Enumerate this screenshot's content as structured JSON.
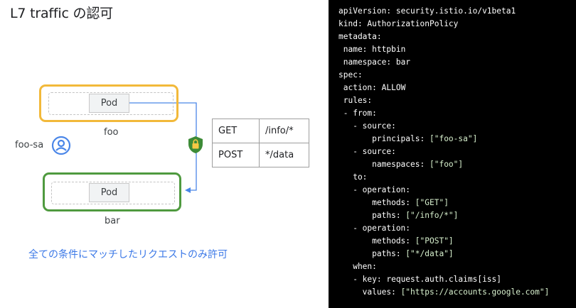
{
  "title": "L7 traffic の認可",
  "diagram": {
    "foo_namespace": {
      "label": "foo",
      "pod_label": "Pod"
    },
    "bar_namespace": {
      "label": "bar",
      "pod_label": "Pod"
    },
    "service_account": {
      "label": "foo-sa",
      "icon": "user-circle-icon"
    },
    "lock_icon": "shield-lock-icon",
    "colors": {
      "foo_border": "#f2b93a",
      "bar_border": "#4f9a3f",
      "flow_line": "#4a86e8",
      "caption": "#3b78e7"
    },
    "rules_table": [
      {
        "method": "GET",
        "path": "/info/*"
      },
      {
        "method": "POST",
        "path": "*/data"
      }
    ]
  },
  "caption": "全ての条件にマッチしたリクエストのみ許可",
  "code_lines": [
    "apiVersion: security.istio.io/v1beta1",
    "kind: AuthorizationPolicy",
    "metadata:",
    " name: httpbin",
    " namespace: bar",
    "spec:",
    " action: ALLOW",
    " rules:",
    " - from:",
    "   - source:",
    "       principals: [\"foo-sa\"]",
    "   - source:",
    "       namespaces: [\"foo\"]",
    "   to:",
    "   - operation:",
    "       methods: [\"GET\"]",
    "       paths: [\"/info/*\"]",
    "   - operation:",
    "       methods: [\"POST\"]",
    "       paths: [\"*/data\"]",
    "   when:",
    "   - key: request.auth.claims[iss]",
    "     values: [\"https://accounts.google.com\"]"
  ]
}
